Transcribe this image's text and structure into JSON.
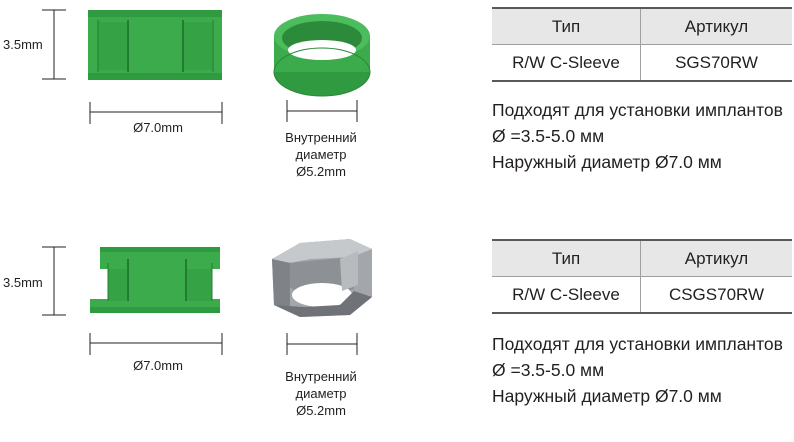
{
  "colors": {
    "green": "#3bab4c",
    "green_dark": "#2c8b3b",
    "grey": "#a3a7ab",
    "table_header_bg": "#e7e7e8"
  },
  "products": [
    {
      "height_label": "3.5mm",
      "width_label": "Ø7.0mm",
      "inner_diameter": [
        "Внутренний",
        "диаметр",
        "Ø5.2mm"
      ],
      "sleeve_icon": "green-ring-sleeve-icon",
      "table": {
        "col_type": "Тип",
        "col_article": "Артикул",
        "type": "R/W C-Sleeve",
        "article": "SGS70RW"
      },
      "description": [
        "Подходят для установки имплантов",
        "Ø =3.5-5.0 мм",
        "Наружный диаметр Ø7.0 мм"
      ]
    },
    {
      "height_label": "3.5mm",
      "width_label": "Ø7.0mm",
      "inner_diameter": [
        "Внутренний",
        "диаметр",
        "Ø5.2mm"
      ],
      "sleeve_icon": "grey-metal-sleeve-icon",
      "table": {
        "col_type": "Тип",
        "col_article": "Артикул",
        "type": "R/W C-Sleeve",
        "article": "CSGS70RW"
      },
      "description": [
        "Подходят для установки имплантов",
        "Ø =3.5-5.0 мм",
        "Наружный диаметр Ø7.0 мм"
      ]
    }
  ]
}
